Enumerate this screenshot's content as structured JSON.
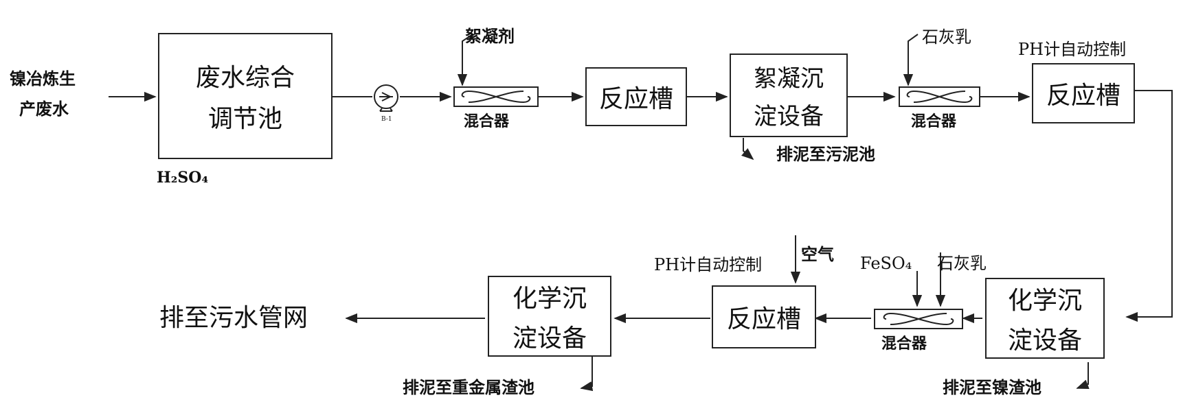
{
  "nodes": {
    "source": {
      "line1": "镍冶炼生",
      "line2": "产废水"
    },
    "equalization_tank": {
      "line1": "废水综合",
      "line2": "调节池"
    },
    "h2so4": "H₂SO₄",
    "pump": {
      "label": "B-1"
    },
    "flocculant": "絮凝剂",
    "mixer1": {
      "label": "混合器"
    },
    "reactor1": {
      "label": "反应槽"
    },
    "floc_settler": {
      "line1": "絮凝沉",
      "line2": "淀设备"
    },
    "sludge1": "排泥至污泥池",
    "lime1": "石灰乳",
    "mixer2": {
      "label": "混合器"
    },
    "ph_control1": "PH计自动控制",
    "reactor2": {
      "label": "反应槽"
    },
    "chem_settler1": {
      "line1": "化学沉",
      "line2": "淀设备"
    },
    "sludge2": "排泥至镍渣池",
    "mixer3": {
      "label": "混合器"
    },
    "feso4": "FeSO₄",
    "lime2": "石灰乳",
    "reactor3": {
      "label": "反应槽"
    },
    "air": "空气",
    "ph_control2": "PH计自动控制",
    "chem_settler2": {
      "line1": "化学沉",
      "line2": "淀设备"
    },
    "sludge3": "排泥至重金属渣池",
    "outlet": "排至污水管网"
  },
  "colors": {
    "ink": "#222222",
    "background": "#ffffff"
  },
  "icons": {
    "pump": "pump-icon",
    "mixer": "static-mixer-icon",
    "arrow": "arrowhead"
  }
}
